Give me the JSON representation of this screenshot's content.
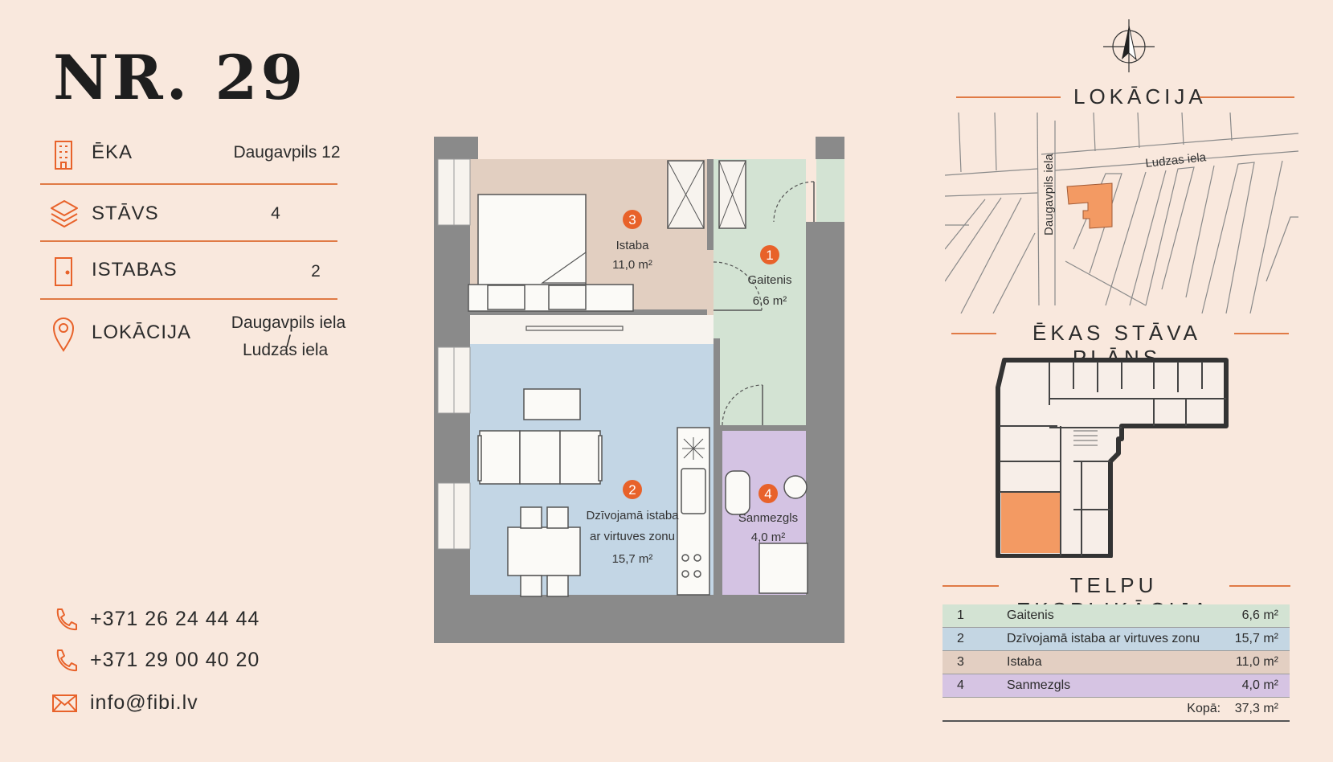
{
  "header": {
    "title": "NR. 29"
  },
  "info": {
    "building_label": "ĒKA",
    "building_value": "Daugavpils 12",
    "floor_label": "STĀVS",
    "floor_value": "4",
    "rooms_label": "ISTABAS",
    "rooms_value": "2",
    "location_label": "LOKĀCIJA",
    "location_line1": "Daugavpils iela /",
    "location_line2": "Ludzas iela"
  },
  "contacts": {
    "phone1": "+371  26  24 44 44",
    "phone2": "+371  29  00 40 20",
    "email": "info@fibi.lv"
  },
  "location": {
    "heading": "LOKĀCIJA",
    "street1": "Daugavpils iela",
    "street2": "Ludzas iela"
  },
  "building_plan": {
    "heading": "ĒKAS  STĀVA  PLĀNS"
  },
  "explication": {
    "heading": "TELPU  EKSPLIKĀCIJA",
    "rows": [
      {
        "num": "1",
        "name": "Gaitenis",
        "area": "6,6 m²",
        "color": "#d3e3d3"
      },
      {
        "num": "2",
        "name": "Dzīvojamā istaba ar virtuves zonu",
        "area": "15,7 m²",
        "color": "#c4d6e3"
      },
      {
        "num": "3",
        "name": "Istaba",
        "area": "11,0 m²",
        "color": "#e3cfc2"
      },
      {
        "num": "4",
        "name": "Sanmezgls",
        "area": "4,0 m²",
        "color": "#d6c4e3"
      }
    ],
    "total_label": "Kopā:",
    "total_area": "37,3 m²"
  },
  "plan": {
    "rooms": [
      {
        "num": "1",
        "name": "Gaitenis",
        "area": "6,6 m²"
      },
      {
        "num": "2",
        "name_line1": "Dzīvojamā istaba",
        "name_line2": "ar virtuves zonu",
        "area": "15,7 m²"
      },
      {
        "num": "3",
        "name": "Istaba",
        "area": "11,0 m²"
      },
      {
        "num": "4",
        "name": "Sanmezgls",
        "area": "4,0 m²"
      }
    ]
  },
  "colors": {
    "accent": "#e8622a",
    "highlight": "#f39a63",
    "wall": "#8a8a8a"
  }
}
